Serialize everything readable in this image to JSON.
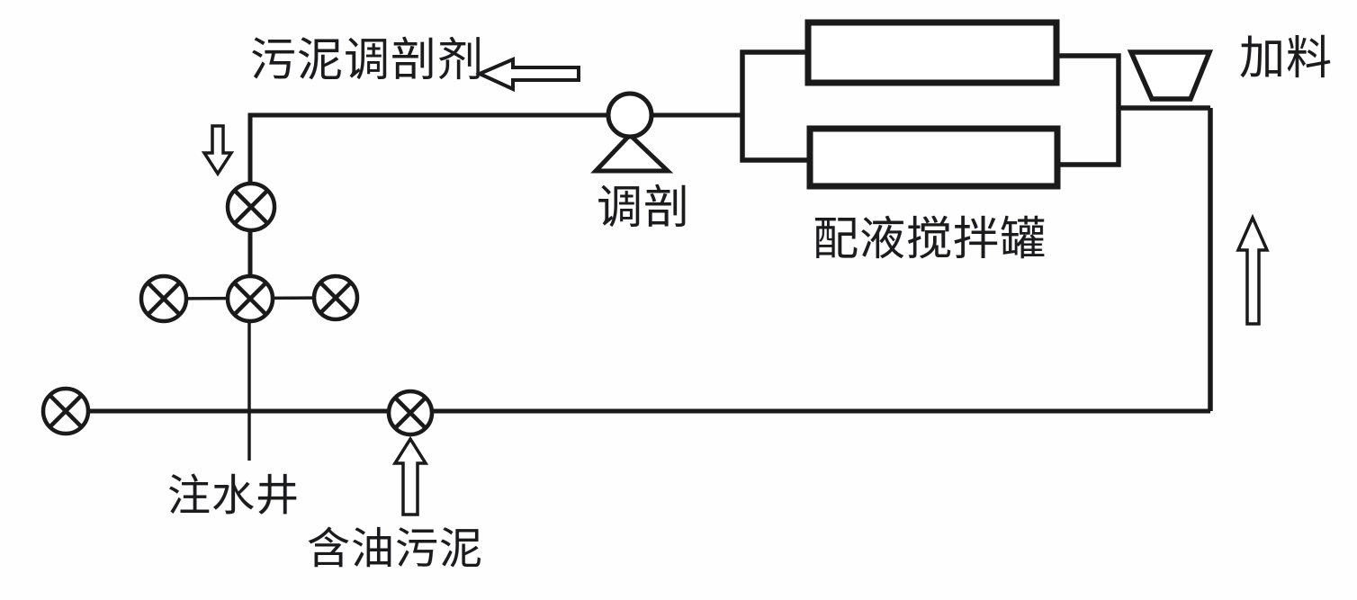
{
  "diagram": {
    "type": "process-flow-diagram",
    "background_color": "#fefefe",
    "line_color": "#1a1a1a",
    "text_color": "#1b1b1b",
    "labels": {
      "sludge_agent": "污泥调剖剂",
      "pump": "调剖",
      "mixing_tank": "配液搅拌罐",
      "feed": "加料",
      "injection_well": "注水井",
      "oily_sludge": "含油污泥"
    },
    "symbols": [
      {
        "name": "valve-icon",
        "glyph": "circle-with-x",
        "count": 6
      },
      {
        "name": "pump-icon",
        "glyph": "circle-on-triangle",
        "count": 1
      },
      {
        "name": "hopper-icon",
        "glyph": "trapezoid-funnel",
        "count": 1
      },
      {
        "name": "mixing-tank",
        "glyph": "rectangle",
        "count": 2
      },
      {
        "name": "flow-arrow-icon",
        "glyph": "hollow-arrow",
        "count": 4,
        "directions": [
          "left",
          "down",
          "up",
          "up"
        ]
      }
    ]
  }
}
